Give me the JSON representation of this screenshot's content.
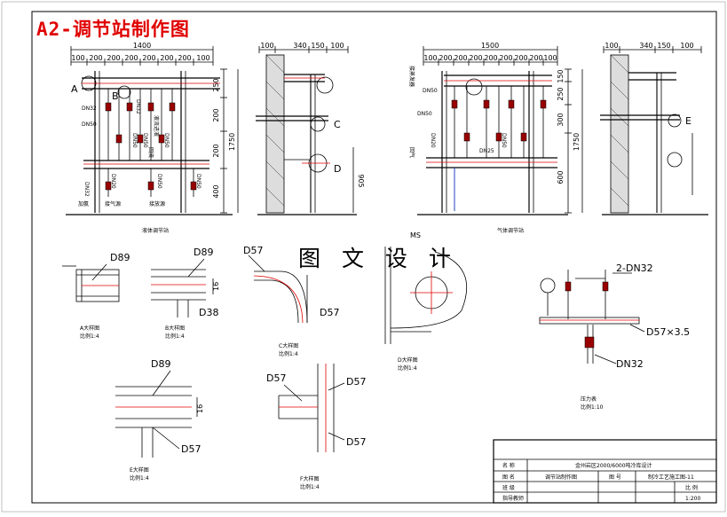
{
  "title": "A2-调节站制作图",
  "watermark": "图 文 设 计",
  "liquid_station": {
    "caption": "液体调节站",
    "overall_width": "1400",
    "top_dims": [
      "100",
      "200",
      "200",
      "200",
      "200",
      "200",
      "200",
      "100"
    ],
    "right_dims": [
      "250",
      "200",
      "200",
      "400"
    ],
    "height_dim": "1750",
    "callouts": [
      "A",
      "B",
      "C",
      "D"
    ],
    "side_dims": [
      "100",
      "340",
      "150",
      "100"
    ],
    "height_905": "905",
    "pipe_labels": [
      "DN32",
      "DN50",
      "DN32",
      "DN20",
      "DN50",
      "DN50",
      "DN50",
      "DN32",
      "DN50",
      "DN50"
    ],
    "vertical_texts": [
      "液流进液",
      "回流",
      "加氨",
      "接气源",
      "接放源"
    ]
  },
  "gas_station": {
    "caption": "气体调节站",
    "overall_width": "1500",
    "top_dims": [
      "100",
      "200",
      "200",
      "200",
      "200",
      "200",
      "200",
      "200",
      "100"
    ],
    "right_dims": [
      "150",
      "250",
      "300",
      "600"
    ],
    "height_dim": "1750",
    "callouts": [
      "E"
    ],
    "side_dims": [
      "100",
      "340",
      "150",
      "100"
    ],
    "pipe_labels": [
      "DN50",
      "DN50",
      "DN20",
      "DN25",
      "DN50"
    ],
    "vertical_texts": [
      "接蒸发器",
      "回气"
    ]
  },
  "details": {
    "A": {
      "label": "D89",
      "caption": "A大样图",
      "scale": "比例1:4"
    },
    "B": {
      "label": "D89",
      "label2": "D38",
      "dim": "16",
      "caption": "B大样图",
      "scale": "比例1:4"
    },
    "C": {
      "label": "D57",
      "label2": "D57",
      "caption": "C大样图",
      "scale": "比例1:4"
    },
    "D": {
      "label": "MS",
      "caption": "D大样图",
      "scale": "比例1:4"
    },
    "gauge": {
      "label": "2-DN32",
      "label2": "D57×3.5",
      "label3": "DN32",
      "caption": "压力表",
      "scale": "比例1:10"
    },
    "E": {
      "label": "D89",
      "label2": "D57",
      "dim": "16",
      "caption": "E大样图",
      "scale": "比例1:4"
    },
    "F": {
      "label": "D57",
      "label2": "D57",
      "label3": "D57",
      "caption": "F大样图",
      "scale": "比例1:4"
    }
  },
  "title_block": {
    "r1_label": "名 称",
    "r1_value": "金州岩区2000/6000吨冷库设计",
    "r2_label": "图 名",
    "r2_value": "调节站制作图",
    "r2_c3": "图 号",
    "r2_c4": "制冷工艺施工图-11",
    "r3_label": "班 级",
    "r3_c3": "比 例",
    "r4_label": "指导教师",
    "r4_c4": "1:200"
  }
}
